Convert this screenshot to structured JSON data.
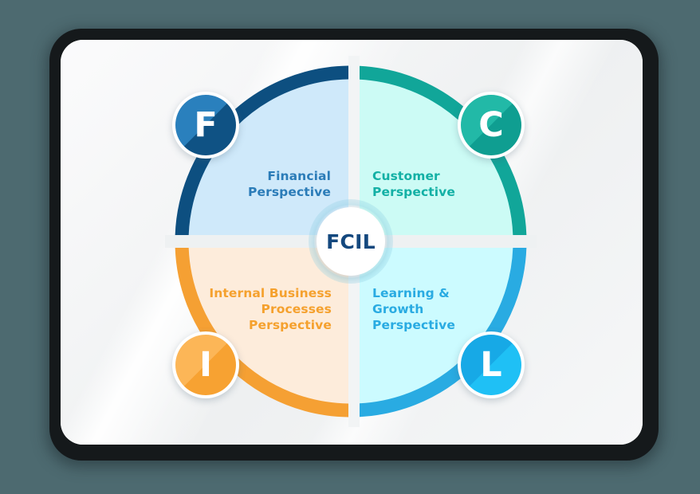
{
  "background": {
    "page_color": "#4d6a70",
    "frame_color": "#15191b",
    "screen_color": "#f4f5f6"
  },
  "diagram": {
    "center": {
      "label": "FCIL",
      "text_color": "#14487e",
      "circle_color": "#ffffff"
    },
    "quadrants": [
      {
        "key": "financial",
        "position": "top-left",
        "badge_letter": "F",
        "label": "Financial\nPerspective",
        "arc_color": "#0d4f80",
        "fill_color": "#cfe9fa",
        "text_color": "#2b7cb8",
        "badge_color": "#2a80bd"
      },
      {
        "key": "customer",
        "position": "top-right",
        "badge_letter": "C",
        "label": "Customer\nPerspective",
        "arc_color": "#11a699",
        "fill_color": "#ccfbf5",
        "text_color": "#13b0a5",
        "badge_color": "#22b9a7"
      },
      {
        "key": "internal-business-processes",
        "position": "bottom-left",
        "badge_letter": "I",
        "label": "Internal Business\nProcesses\nPerspective",
        "arc_color": "#f5a033",
        "fill_color": "#fdecdb",
        "text_color": "#f5a12e",
        "badge_color": "#fcb657"
      },
      {
        "key": "learning-growth",
        "position": "bottom-right",
        "badge_letter": "L",
        "label": "Learning &\nGrowth\nPerspective",
        "arc_color": "#29abe2",
        "fill_color": "#ccfbff",
        "text_color": "#29abe2",
        "badge_color": "#17a9e6"
      }
    ]
  }
}
